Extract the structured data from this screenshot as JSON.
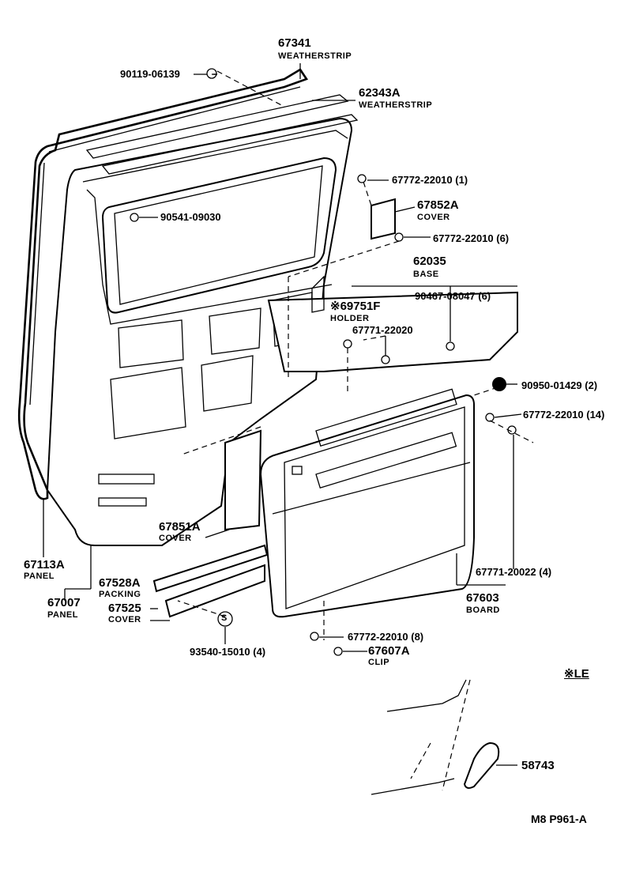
{
  "callouts": {
    "c67341": {
      "num": "67341",
      "name": "WEATHERSTRIP"
    },
    "c90119": {
      "pn": "90119-06139"
    },
    "c62343A": {
      "num": "62343A",
      "name": "WEATHERSTRIP"
    },
    "c67772a": {
      "pn": "67772-22010 (1)"
    },
    "c90541": {
      "pn": "90541-09030"
    },
    "c67852A": {
      "num": "67852A",
      "name": "COVER"
    },
    "c67772b": {
      "pn": "67772-22010 (6)"
    },
    "c62035": {
      "num": "62035",
      "name": "BASE"
    },
    "c69751F": {
      "num": "※69751F",
      "name": "HOLDER"
    },
    "c90467": {
      "pn": "90467-08047 (6)"
    },
    "c67771a": {
      "pn": "67771-22020"
    },
    "c90950": {
      "pn": "90950-01429 (2)"
    },
    "c67772c": {
      "pn": "67772-22010 (14)"
    },
    "c67851A": {
      "num": "67851A",
      "name": "COVER"
    },
    "c67113A": {
      "num": "67113A",
      "name": "PANEL"
    },
    "c67528A": {
      "num": "67528A",
      "name": "PACKING"
    },
    "c67007": {
      "num": "67007",
      "name": "PANEL"
    },
    "c67525": {
      "num": "67525",
      "name": "COVER"
    },
    "c67771b": {
      "pn": "67771-20022 (4)"
    },
    "c67603": {
      "num": "67603",
      "name": "BOARD"
    },
    "c93540": {
      "pn": "93540-15010 (4)"
    },
    "c67772d": {
      "pn": "67772-22010 (8)"
    },
    "c67607A": {
      "num": "67607A",
      "name": "CLIP"
    },
    "c58743": {
      "num": "58743"
    }
  },
  "legend": {
    "le": "※LE"
  },
  "footer": {
    "code": "M8  P961-A"
  },
  "icons": {
    "screw_symbol": "S"
  }
}
